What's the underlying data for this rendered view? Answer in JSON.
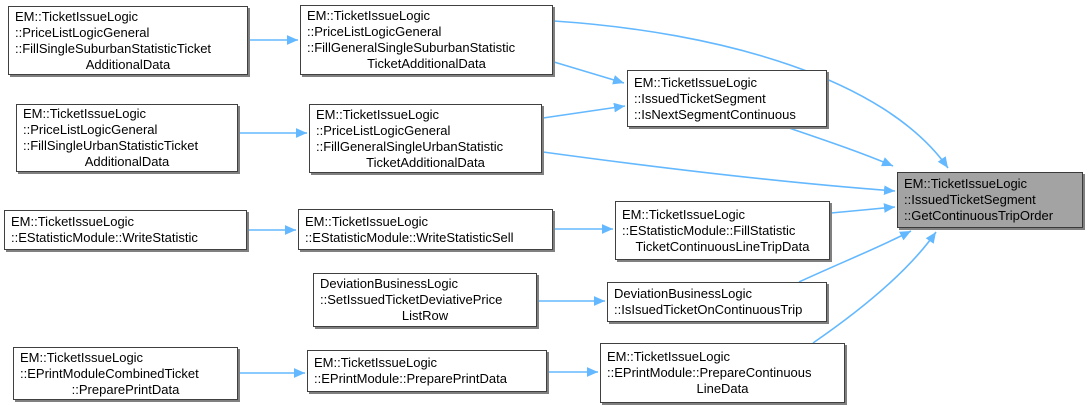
{
  "diagram": {
    "kind": "doxygen-call-graph",
    "colors": {
      "background": "#ffffff",
      "edge": "#63b8ff",
      "node_fill": "#ffffff",
      "node_border": "#404040",
      "node_shadow": "#808080",
      "highlight_node_fill": "#a3a3a3",
      "text": "#000000"
    }
  },
  "nodes": {
    "fill_single_suburban": {
      "lines": [
        "EM::TicketIssueLogic",
        "::PriceListLogicGeneral",
        "::FillSingleSuburbanStatisticTicket",
        "AdditionalData"
      ]
    },
    "fill_general_single_suburban": {
      "lines": [
        "EM::TicketIssueLogic",
        "::PriceListLogicGeneral",
        "::FillGeneralSingleSuburbanStatistic",
        "TicketAdditionalData"
      ]
    },
    "is_next_segment_continuous": {
      "lines": [
        "EM::TicketIssueLogic",
        "::IssuedTicketSegment",
        "::IsNextSegmentContinuous"
      ]
    },
    "fill_single_urban": {
      "lines": [
        "EM::TicketIssueLogic",
        "::PriceListLogicGeneral",
        "::FillSingleUrbanStatisticTicket",
        "AdditionalData"
      ]
    },
    "fill_general_single_urban": {
      "lines": [
        "EM::TicketIssueLogic",
        "::PriceListLogicGeneral",
        "::FillGeneralSingleUrbanStatistic",
        "TicketAdditionalData"
      ]
    },
    "write_statistic": {
      "lines": [
        "EM::TicketIssueLogic",
        "::EStatisticModule::WriteStatistic"
      ]
    },
    "write_statistic_sell": {
      "lines": [
        "EM::TicketIssueLogic",
        "::EStatisticModule::WriteStatisticSell"
      ]
    },
    "fill_statistic_ticket": {
      "lines": [
        "EM::TicketIssueLogic",
        "::EStatisticModule::FillStatistic",
        "TicketContinuousLineTripData"
      ]
    },
    "set_issued_ticket_deviative": {
      "lines": [
        "DeviationBusinessLogic",
        "::SetIssuedTicketDeviativePrice",
        "ListRow"
      ]
    },
    "is_isued_ticket_on_continuous_trip": {
      "lines": [
        "DeviationBusinessLogic",
        "::IsIsuedTicketOnContinuousTrip"
      ]
    },
    "eprint_combined_prepare_print": {
      "lines": [
        "EM::TicketIssueLogic",
        "::EPrintModuleCombinedTicket",
        "::PreparePrintData"
      ]
    },
    "eprint_prepare_print": {
      "lines": [
        "EM::TicketIssueLogic",
        "::EPrintModule::PreparePrintData"
      ]
    },
    "prepare_continuous_line_data": {
      "lines": [
        "EM::TicketIssueLogic",
        "::EPrintModule::PrepareContinuous",
        "LineData"
      ]
    },
    "get_continuous_trip_order": {
      "lines": [
        "EM::TicketIssueLogic",
        "::IssuedTicketSegment",
        "::GetContinuousTripOrder"
      ],
      "highlighted": true
    }
  },
  "edges": [
    {
      "from": "fill_single_suburban",
      "to": "fill_general_single_suburban"
    },
    {
      "from": "fill_general_single_suburban",
      "to": "is_next_segment_continuous"
    },
    {
      "from": "fill_general_single_suburban",
      "to": "get_continuous_trip_order"
    },
    {
      "from": "fill_single_urban",
      "to": "fill_general_single_urban"
    },
    {
      "from": "fill_general_single_urban",
      "to": "is_next_segment_continuous"
    },
    {
      "from": "fill_general_single_urban",
      "to": "get_continuous_trip_order"
    },
    {
      "from": "is_next_segment_continuous",
      "to": "get_continuous_trip_order"
    },
    {
      "from": "write_statistic",
      "to": "write_statistic_sell"
    },
    {
      "from": "write_statistic_sell",
      "to": "fill_statistic_ticket"
    },
    {
      "from": "fill_statistic_ticket",
      "to": "get_continuous_trip_order"
    },
    {
      "from": "set_issued_ticket_deviative",
      "to": "is_isued_ticket_on_continuous_trip"
    },
    {
      "from": "is_isued_ticket_on_continuous_trip",
      "to": "get_continuous_trip_order"
    },
    {
      "from": "eprint_combined_prepare_print",
      "to": "eprint_prepare_print"
    },
    {
      "from": "eprint_prepare_print",
      "to": "prepare_continuous_line_data"
    },
    {
      "from": "prepare_continuous_line_data",
      "to": "get_continuous_trip_order"
    }
  ]
}
